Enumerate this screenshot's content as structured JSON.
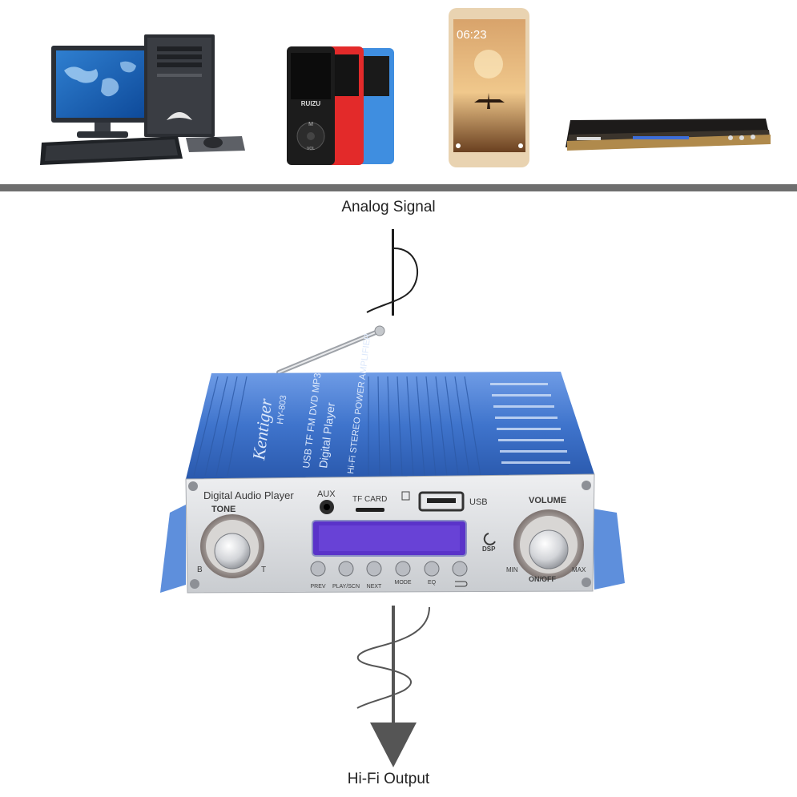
{
  "labels": {
    "input": "Analog Signal",
    "output": "Hi-Fi Output"
  },
  "devices": [
    {
      "name": "desktop-computer"
    },
    {
      "name": "mp3-players"
    },
    {
      "name": "smartphone"
    },
    {
      "name": "dvd-player"
    }
  ],
  "phone": {
    "time": "06:23"
  },
  "mp3": {
    "brand": "RUIZU",
    "menu": "M",
    "vol": "VOL"
  },
  "amplifier": {
    "brand": "Kentiger",
    "model": "HY-803",
    "line1": "USB TF FM DVD MP3",
    "line2": "Digital Player",
    "line3": "Hi-Fi STEREO POWER AMPLIFIER",
    "title": "Digital Audio Player",
    "aux": "AUX",
    "tf_card": "TF CARD",
    "usb": "USB",
    "tone": "TONE",
    "tone_b": "B",
    "tone_t": "T",
    "volume": "VOLUME",
    "vol_min": "MIN",
    "vol_max": "MAX",
    "on_off": "ON/OFF",
    "dsp": "DSP",
    "buttons": [
      "PREV",
      "PLAY/SCN",
      "NEXT",
      "MODE",
      "EQ"
    ]
  },
  "colors": {
    "amp_blue": "#3b6fc4",
    "panel_silver": "#d9dbde",
    "divider": "#6e6e6e",
    "display": "#5a33c9"
  }
}
